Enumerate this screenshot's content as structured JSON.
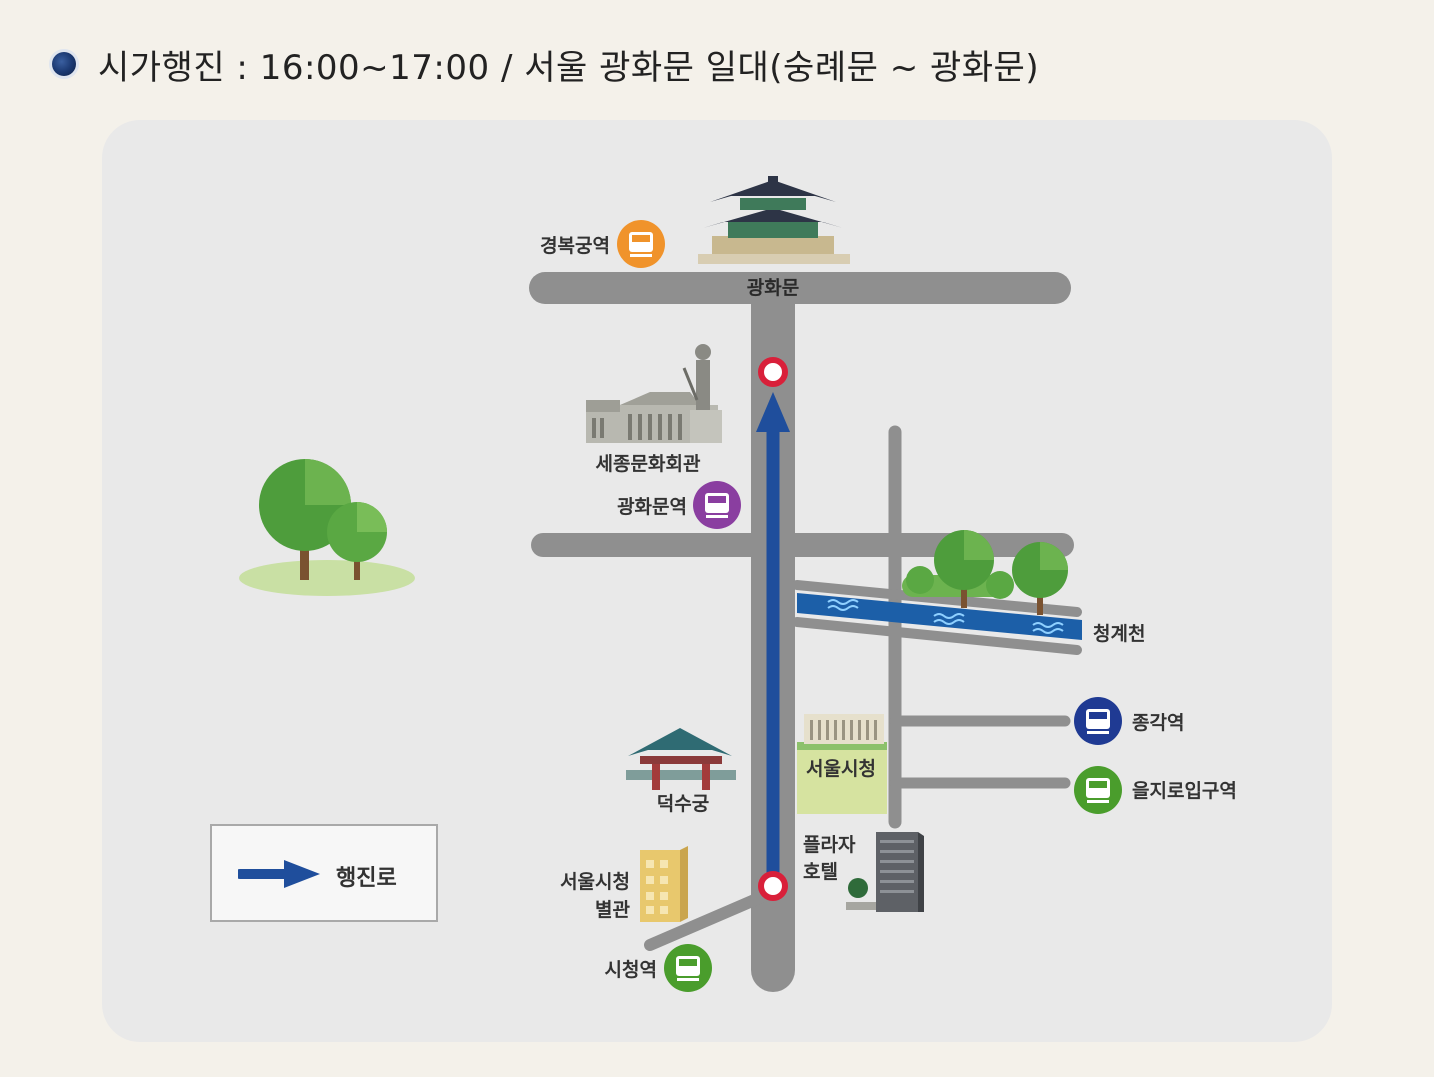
{
  "header": {
    "title": "시가행진 : 16:00~17:00 / 서울 광화문 일대(숭례문 ~ 광화문)"
  },
  "map": {
    "landmarks": {
      "gwanghwamun": "광화문",
      "sejong_center": "세종문화회관",
      "deoksugung": "덕수궁",
      "seoul_city_hall": "서울시청",
      "city_hall_annex_line1": "서울시청",
      "city_hall_annex_line2": "별관",
      "plaza_hotel_line1": "플라자",
      "plaza_hotel_line2": "호텔",
      "cheonggyecheon": "청계천"
    },
    "stations": {
      "gyeongbokgung": {
        "name": "경복궁역",
        "color": "#f0932b"
      },
      "gwanghwamun": {
        "name": "광화문역",
        "color": "#8a3ea0"
      },
      "jonggak": {
        "name": "종각역",
        "color": "#1f3a93"
      },
      "euljiro1ga": {
        "name": "을지로입구역",
        "color": "#4a9d2c"
      },
      "cityhall": {
        "name": "시청역",
        "color": "#4a9d2c"
      }
    },
    "route_color": "#1f4e9c",
    "marker_color": "#d9203a"
  },
  "legend": {
    "route_label": "행진로"
  }
}
